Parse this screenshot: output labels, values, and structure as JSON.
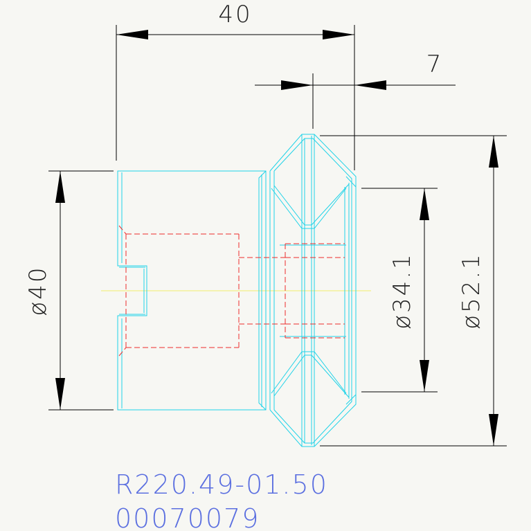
{
  "dimensions": {
    "length_overall": "40",
    "flange_width": "7",
    "bore_diameter": "ø40",
    "inner_diameter": "ø34.1",
    "outer_diameter": "ø52.1"
  },
  "title_block": {
    "part_number": "R220.49-01.50",
    "code": "00070079"
  },
  "colors": {
    "background": "#f7f7f3",
    "outline": "#1fd3e8",
    "hidden_lines": "#ee2b2b",
    "centerline": "#f2ee6b",
    "dimension": "#000000",
    "title_text": "#5b6fe0"
  }
}
